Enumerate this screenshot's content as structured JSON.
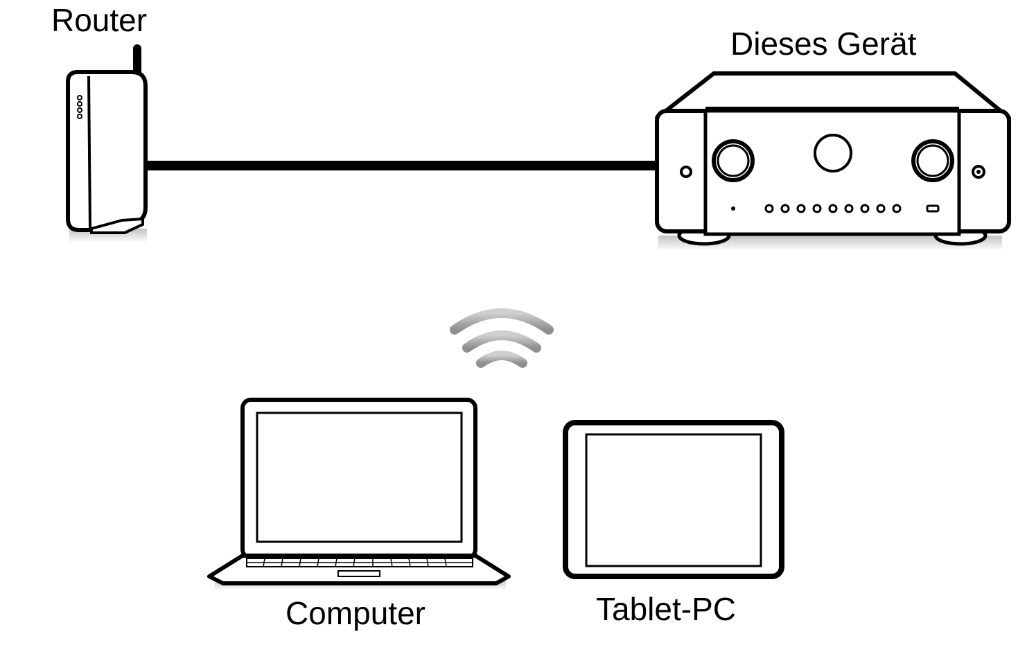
{
  "labels": {
    "router": "Router",
    "device": "Dieses Gerät",
    "computer": "Computer",
    "tablet": "Tablet-PC"
  },
  "icons": {
    "router": "router-icon",
    "device": "av-receiver-icon",
    "wifi": "wifi-signal-icon",
    "computer": "laptop-icon",
    "tablet": "tablet-icon"
  },
  "colors": {
    "line": "#000000",
    "background": "#ffffff",
    "wifi": "#b5b5b5"
  }
}
